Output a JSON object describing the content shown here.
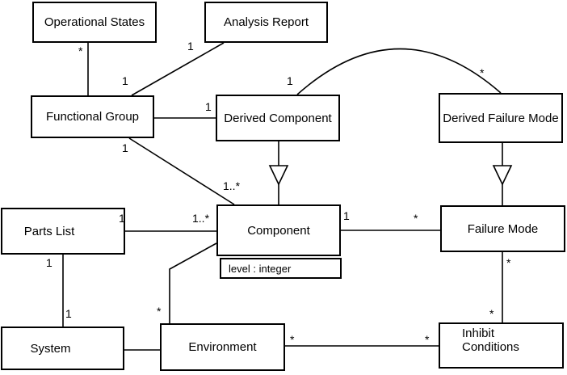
{
  "diagram_type": "uml-class-diagram",
  "classes": {
    "operational_states": {
      "label": "Operational States"
    },
    "analysis_report": {
      "label": "Analysis Report"
    },
    "functional_group": {
      "label": "Functional Group"
    },
    "derived_component": {
      "label": "Derived Component"
    },
    "derived_failure_mode": {
      "label": "Derived Failure Mode"
    },
    "parts_list": {
      "label": "Parts List"
    },
    "component": {
      "label": "Component",
      "attribute": "level : integer"
    },
    "failure_mode": {
      "label": "Failure Mode"
    },
    "system": {
      "label": "System"
    },
    "environment": {
      "label": "Environment"
    },
    "inhibit_conditions": {
      "label": "Inhibit\nConditions"
    }
  },
  "associations": [
    {
      "from": "Operational States",
      "to": "Functional Group",
      "from_label": "*",
      "to_label": ""
    },
    {
      "from": "Analysis Report",
      "to": "Functional Group",
      "from_label": "1",
      "to_label": "1"
    },
    {
      "from": "Functional Group",
      "to": "Derived Component",
      "from_label": "",
      "to_label": "1"
    },
    {
      "from": "Derived Component",
      "to": "Derived Failure Mode",
      "from_label": "1",
      "to_label": "*"
    },
    {
      "from": "Functional Group",
      "to": "Component",
      "from_label": "1",
      "to_label": "1..*"
    },
    {
      "from": "Parts List",
      "to": "Component",
      "from_label": "1",
      "to_label": "1..*"
    },
    {
      "from": "Component",
      "to": "Failure Mode",
      "from_label": "1",
      "to_label": "*"
    },
    {
      "from": "Parts List",
      "to": "System",
      "from_label": "1",
      "to_label": "1"
    },
    {
      "from": "System",
      "to": "Environment",
      "from_label": "",
      "to_label": ""
    },
    {
      "from": "Component",
      "to": "Environment",
      "from_label": "",
      "to_label": "*"
    },
    {
      "from": "Environment",
      "to": "Inhibit Conditions",
      "from_label": "*",
      "to_label": "*"
    },
    {
      "from": "Failure Mode",
      "to": "Inhibit Conditions",
      "from_label": "*",
      "to_label": "*"
    }
  ],
  "generalizations": [
    {
      "child": "Derived Component",
      "parent": "Component"
    },
    {
      "child": "Derived Failure Mode",
      "parent": "Failure Mode"
    }
  ],
  "colors": {
    "line": "#000000",
    "background": "#ffffff",
    "box_fill": "#ffffff"
  }
}
